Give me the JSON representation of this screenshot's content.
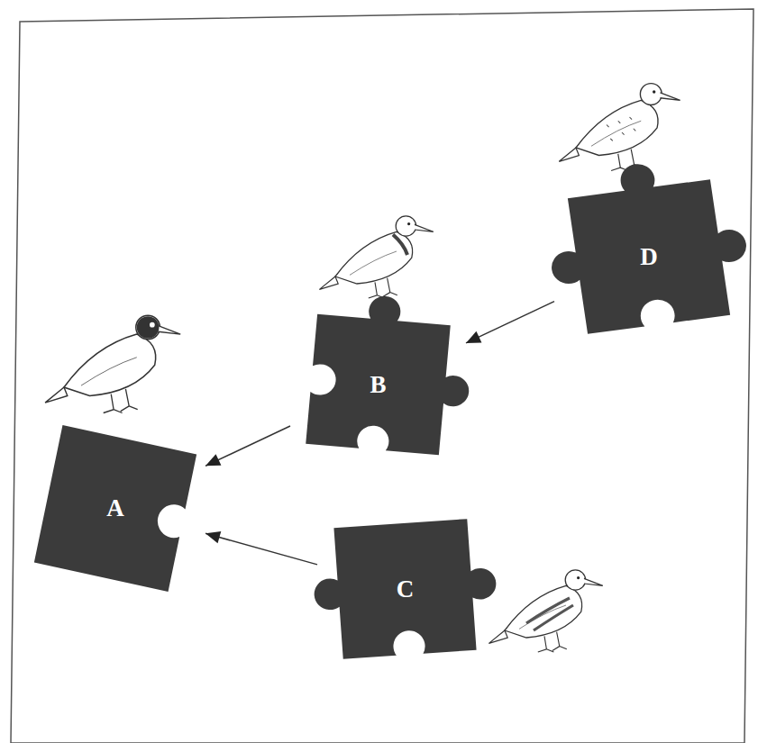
{
  "diagram": {
    "nodes": [
      {
        "text": [
          "D"
        ]
      },
      {
        "text": [
          "B"
        ]
      },
      {
        "text": [
          "A"
        ]
      },
      {
        "text": [
          "C"
        ]
      }
    ],
    "edges": [
      {
        "from": 0,
        "to": 1,
        "arrow": "to"
      },
      {
        "from": 1,
        "to": 2,
        "arrow": "to"
      },
      {
        "from": 3,
        "to": 2,
        "arrow": "to"
      }
    ]
  }
}
